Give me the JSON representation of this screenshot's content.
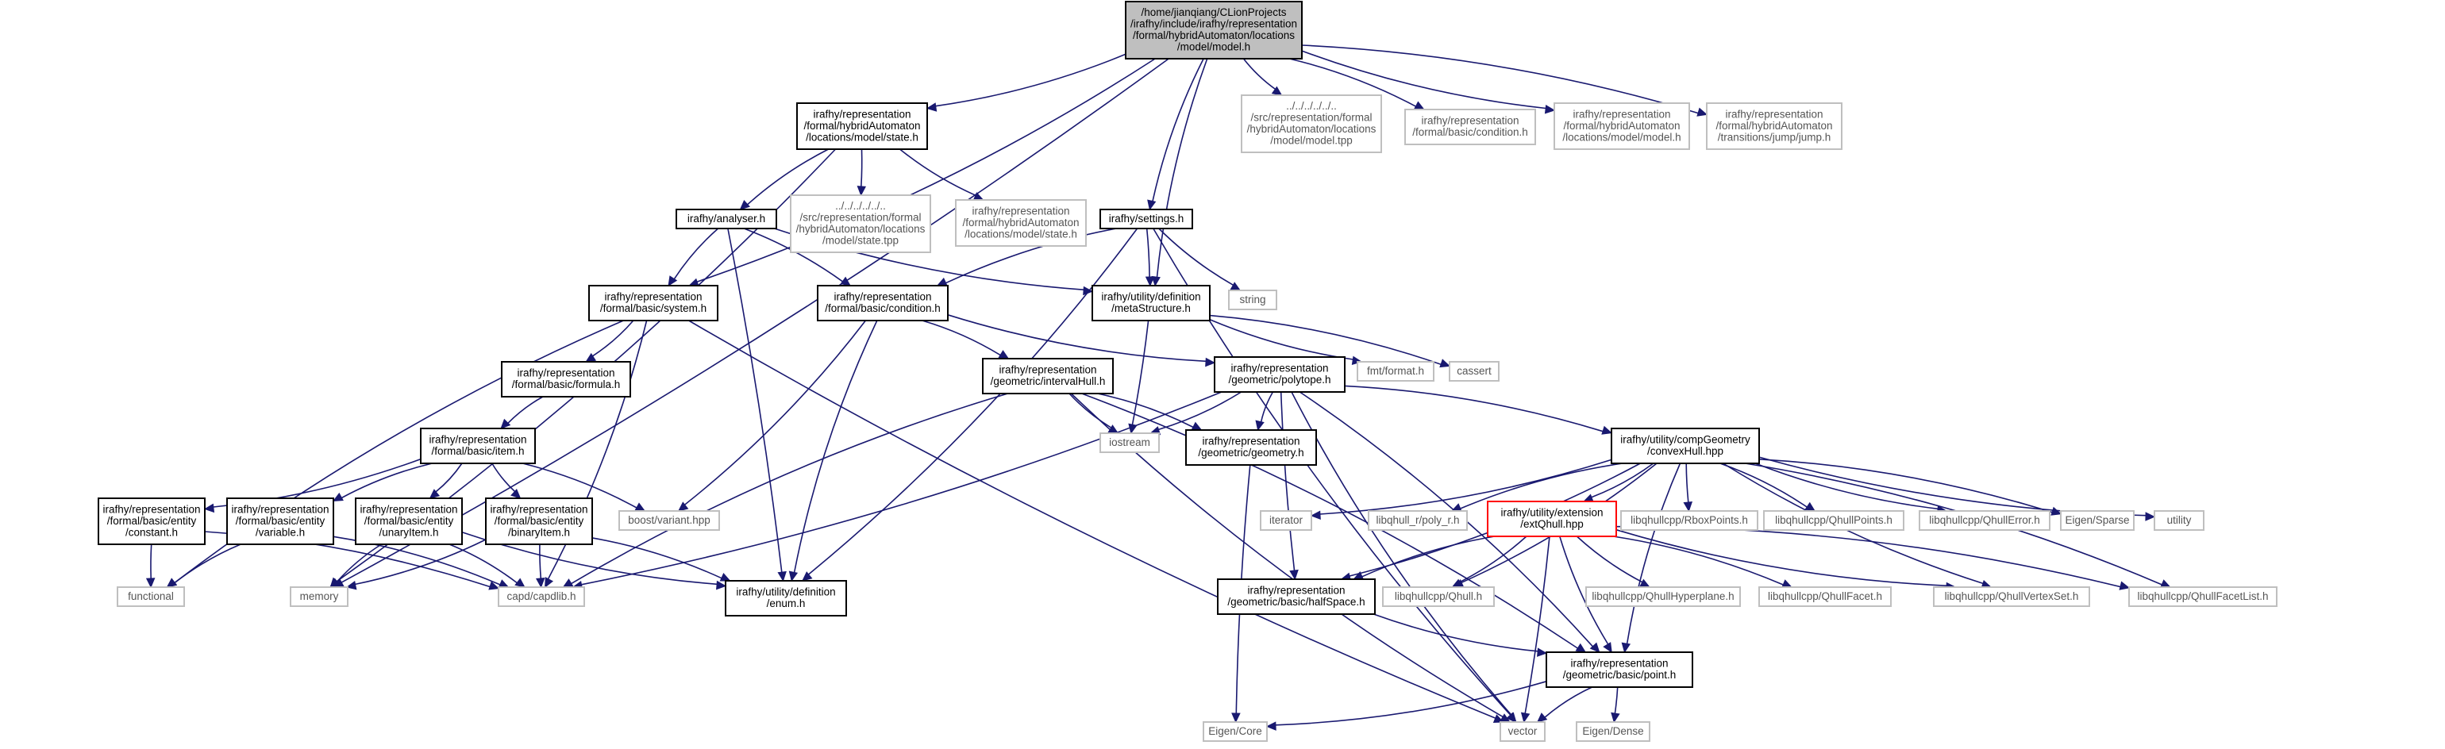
{
  "nodes": [
    {
      "id": "root",
      "kind": "root",
      "lines": [
        "/home/jianqiang/CLionProjects",
        "/irafhy/include/irafhy/representation",
        "/formal/hybridAutomaton/locations",
        "/model/model.h"
      ]
    },
    {
      "id": "state_h",
      "kind": "user",
      "lines": [
        "irafhy/representation",
        "/formal/hybridAutomaton",
        "/locations/model/state.h"
      ]
    },
    {
      "id": "model_tpp",
      "kind": "sys",
      "lines": [
        "../../../../../..",
        "/src/representation/formal",
        "/hybridAutomaton/locations",
        "/model/model.tpp"
      ]
    },
    {
      "id": "top_condition",
      "kind": "sys",
      "lines": [
        "irafhy/representation",
        "/formal/basic/condition.h"
      ]
    },
    {
      "id": "top_model",
      "kind": "sys",
      "lines": [
        "irafhy/representation",
        "/formal/hybridAutomaton",
        "/locations/model/model.h"
      ]
    },
    {
      "id": "jump_h",
      "kind": "sys",
      "lines": [
        "irafhy/representation",
        "/formal/hybridAutomaton",
        "/transitions/jump/jump.h"
      ]
    },
    {
      "id": "analyser_h",
      "kind": "user",
      "lines": [
        "irafhy/analyser.h"
      ]
    },
    {
      "id": "state_tpp",
      "kind": "sys",
      "lines": [
        "../../../../../..",
        "/src/representation/formal",
        "/hybridAutomaton/locations",
        "/model/state.tpp"
      ]
    },
    {
      "id": "state_sys",
      "kind": "sys",
      "lines": [
        "irafhy/representation",
        "/formal/hybridAutomaton",
        "/locations/model/state.h"
      ]
    },
    {
      "id": "settings_h",
      "kind": "user",
      "lines": [
        "irafhy/settings.h"
      ]
    },
    {
      "id": "string",
      "kind": "sys",
      "lines": [
        "string"
      ]
    },
    {
      "id": "system_h",
      "kind": "user",
      "lines": [
        "irafhy/representation",
        "/formal/basic/system.h"
      ]
    },
    {
      "id": "condition_h",
      "kind": "user",
      "lines": [
        "irafhy/representation",
        "/formal/basic/condition.h"
      ]
    },
    {
      "id": "metaStructure_h",
      "kind": "user",
      "lines": [
        "irafhy/utility/definition",
        "/metaStructure.h"
      ]
    },
    {
      "id": "fmt",
      "kind": "sys",
      "lines": [
        "fmt/format.h"
      ]
    },
    {
      "id": "cassert",
      "kind": "sys",
      "lines": [
        "cassert"
      ]
    },
    {
      "id": "formula_h",
      "kind": "user",
      "lines": [
        "irafhy/representation",
        "/formal/basic/formula.h"
      ]
    },
    {
      "id": "intervalHull_h",
      "kind": "user",
      "lines": [
        "irafhy/representation",
        "/geometric/intervalHull.h"
      ]
    },
    {
      "id": "polytope_h",
      "kind": "user",
      "lines": [
        "irafhy/representation",
        "/geometric/polytope.h"
      ]
    },
    {
      "id": "item_h",
      "kind": "user",
      "lines": [
        "irafhy/representation",
        "/formal/basic/item.h"
      ]
    },
    {
      "id": "iostream",
      "kind": "sys",
      "lines": [
        "iostream"
      ]
    },
    {
      "id": "geometry_h",
      "kind": "user",
      "lines": [
        "irafhy/representation",
        "/geometric/geometry.h"
      ]
    },
    {
      "id": "convexHull_hpp",
      "kind": "user",
      "lines": [
        "irafhy/utility/compGeometry",
        "/convexHull.hpp"
      ]
    },
    {
      "id": "constant_h",
      "kind": "user",
      "lines": [
        "irafhy/representation",
        "/formal/basic/entity",
        "/constant.h"
      ]
    },
    {
      "id": "variable_h",
      "kind": "user",
      "lines": [
        "irafhy/representation",
        "/formal/basic/entity",
        "/variable.h"
      ]
    },
    {
      "id": "unaryItem_h",
      "kind": "user",
      "lines": [
        "irafhy/representation",
        "/formal/basic/entity",
        "/unaryItem.h"
      ]
    },
    {
      "id": "binaryItem_h",
      "kind": "user",
      "lines": [
        "irafhy/representation",
        "/formal/basic/entity",
        "/binaryItem.h"
      ]
    },
    {
      "id": "boost_variant",
      "kind": "sys",
      "lines": [
        "boost/variant.hpp"
      ]
    },
    {
      "id": "iterator",
      "kind": "sys",
      "lines": [
        "iterator"
      ]
    },
    {
      "id": "poly_r",
      "kind": "sys",
      "lines": [
        "libqhull_r/poly_r.h"
      ]
    },
    {
      "id": "extQhull_hpp",
      "kind": "red",
      "lines": [
        "irafhy/utility/extension",
        "/extQhull.hpp"
      ]
    },
    {
      "id": "RboxPoints",
      "kind": "sys",
      "lines": [
        "libqhullcpp/RboxPoints.h"
      ]
    },
    {
      "id": "QhullPoints",
      "kind": "sys",
      "lines": [
        "libqhullcpp/QhullPoints.h"
      ]
    },
    {
      "id": "QhullError",
      "kind": "sys",
      "lines": [
        "libqhullcpp/QhullError.h"
      ]
    },
    {
      "id": "EigenSparse",
      "kind": "sys",
      "lines": [
        "Eigen/Sparse"
      ]
    },
    {
      "id": "utility",
      "kind": "sys",
      "lines": [
        "utility"
      ]
    },
    {
      "id": "functional",
      "kind": "sys",
      "lines": [
        "functional"
      ]
    },
    {
      "id": "memory",
      "kind": "sys",
      "lines": [
        "memory"
      ]
    },
    {
      "id": "capdlib",
      "kind": "sys",
      "lines": [
        "capd/capdlib.h"
      ]
    },
    {
      "id": "enum_h",
      "kind": "user",
      "lines": [
        "irafhy/utility/definition",
        "/enum.h"
      ]
    },
    {
      "id": "halfSpace_h",
      "kind": "user",
      "lines": [
        "irafhy/representation",
        "/geometric/basic/halfSpace.h"
      ]
    },
    {
      "id": "Qhull_h",
      "kind": "sys",
      "lines": [
        "libqhullcpp/Qhull.h"
      ]
    },
    {
      "id": "QhullHyperplane",
      "kind": "sys",
      "lines": [
        "libqhullcpp/QhullHyperplane.h"
      ]
    },
    {
      "id": "QhullFacet",
      "kind": "sys",
      "lines": [
        "libqhullcpp/QhullFacet.h"
      ]
    },
    {
      "id": "QhullVertexSet",
      "kind": "sys",
      "lines": [
        "libqhullcpp/QhullVertexSet.h"
      ]
    },
    {
      "id": "QhullFacetList",
      "kind": "sys",
      "lines": [
        "libqhullcpp/QhullFacetList.h"
      ]
    },
    {
      "id": "point_h",
      "kind": "user",
      "lines": [
        "irafhy/representation",
        "/geometric/basic/point.h"
      ]
    },
    {
      "id": "EigenCore",
      "kind": "sys",
      "lines": [
        "Eigen/Core"
      ]
    },
    {
      "id": "vector",
      "kind": "sys",
      "lines": [
        "vector"
      ]
    },
    {
      "id": "EigenDense",
      "kind": "sys",
      "lines": [
        "Eigen/Dense"
      ]
    }
  ],
  "edges": [
    [
      "root",
      "state_h"
    ],
    [
      "root",
      "model_tpp"
    ],
    [
      "root",
      "top_condition"
    ],
    [
      "root",
      "top_model"
    ],
    [
      "root",
      "jump_h"
    ],
    [
      "root",
      "settings_h"
    ],
    [
      "root",
      "system_h"
    ],
    [
      "root",
      "metaStructure_h"
    ],
    [
      "root",
      "memory"
    ],
    [
      "state_h",
      "analyser_h"
    ],
    [
      "state_h",
      "state_tpp"
    ],
    [
      "state_h",
      "state_sys"
    ],
    [
      "state_h",
      "memory"
    ],
    [
      "analyser_h",
      "system_h"
    ],
    [
      "analyser_h",
      "condition_h"
    ],
    [
      "analyser_h",
      "metaStructure_h"
    ],
    [
      "analyser_h",
      "enum_h"
    ],
    [
      "settings_h",
      "condition_h"
    ],
    [
      "settings_h",
      "metaStructure_h"
    ],
    [
      "settings_h",
      "string"
    ],
    [
      "settings_h",
      "enum_h"
    ],
    [
      "settings_h",
      "vector"
    ],
    [
      "system_h",
      "formula_h"
    ],
    [
      "system_h",
      "functional"
    ],
    [
      "system_h",
      "capdlib"
    ],
    [
      "system_h",
      "vector"
    ],
    [
      "condition_h",
      "intervalHull_h"
    ],
    [
      "condition_h",
      "polytope_h"
    ],
    [
      "condition_h",
      "boost_variant"
    ],
    [
      "condition_h",
      "enum_h"
    ],
    [
      "metaStructure_h",
      "iostream"
    ],
    [
      "metaStructure_h",
      "fmt"
    ],
    [
      "metaStructure_h",
      "cassert"
    ],
    [
      "formula_h",
      "item_h"
    ],
    [
      "item_h",
      "constant_h"
    ],
    [
      "item_h",
      "variable_h"
    ],
    [
      "item_h",
      "unaryItem_h"
    ],
    [
      "item_h",
      "binaryItem_h"
    ],
    [
      "item_h",
      "boost_variant"
    ],
    [
      "constant_h",
      "functional"
    ],
    [
      "constant_h",
      "capdlib"
    ],
    [
      "variable_h",
      "functional"
    ],
    [
      "variable_h",
      "capdlib"
    ],
    [
      "unaryItem_h",
      "memory"
    ],
    [
      "unaryItem_h",
      "capdlib"
    ],
    [
      "unaryItem_h",
      "enum_h"
    ],
    [
      "binaryItem_h",
      "memory"
    ],
    [
      "binaryItem_h",
      "capdlib"
    ],
    [
      "binaryItem_h",
      "enum_h"
    ],
    [
      "intervalHull_h",
      "iostream"
    ],
    [
      "intervalHull_h",
      "geometry_h"
    ],
    [
      "intervalHull_h",
      "capdlib"
    ],
    [
      "intervalHull_h",
      "point_h"
    ],
    [
      "intervalHull_h",
      "vector"
    ],
    [
      "polytope_h",
      "iostream"
    ],
    [
      "polytope_h",
      "geometry_h"
    ],
    [
      "polytope_h",
      "convexHull_hpp"
    ],
    [
      "polytope_h",
      "halfSpace_h"
    ],
    [
      "polytope_h",
      "point_h"
    ],
    [
      "polytope_h",
      "vector"
    ],
    [
      "polytope_h",
      "capdlib"
    ],
    [
      "geometry_h",
      "EigenCore"
    ],
    [
      "convexHull_hpp",
      "iterator"
    ],
    [
      "convexHull_hpp",
      "poly_r"
    ],
    [
      "convexHull_hpp",
      "extQhull_hpp"
    ],
    [
      "convexHull_hpp",
      "RboxPoints"
    ],
    [
      "convexHull_hpp",
      "QhullPoints"
    ],
    [
      "convexHull_hpp",
      "QhullError"
    ],
    [
      "convexHull_hpp",
      "EigenSparse"
    ],
    [
      "convexHull_hpp",
      "utility"
    ],
    [
      "convexHull_hpp",
      "Qhull_h"
    ],
    [
      "convexHull_hpp",
      "QhullVertexSet"
    ],
    [
      "convexHull_hpp",
      "QhullFacetList"
    ],
    [
      "convexHull_hpp",
      "point_h"
    ],
    [
      "convexHull_hpp",
      "halfSpace_h"
    ],
    [
      "extQhull_hpp",
      "halfSpace_h"
    ],
    [
      "extQhull_hpp",
      "Qhull_h"
    ],
    [
      "extQhull_hpp",
      "QhullHyperplane"
    ],
    [
      "extQhull_hpp",
      "QhullFacet"
    ],
    [
      "extQhull_hpp",
      "QhullVertexSet"
    ],
    [
      "extQhull_hpp",
      "QhullFacetList"
    ],
    [
      "extQhull_hpp",
      "point_h"
    ],
    [
      "extQhull_hpp",
      "vector"
    ],
    [
      "halfSpace_h",
      "point_h"
    ],
    [
      "point_h",
      "EigenCore"
    ],
    [
      "point_h",
      "vector"
    ],
    [
      "point_h",
      "EigenDense"
    ]
  ]
}
